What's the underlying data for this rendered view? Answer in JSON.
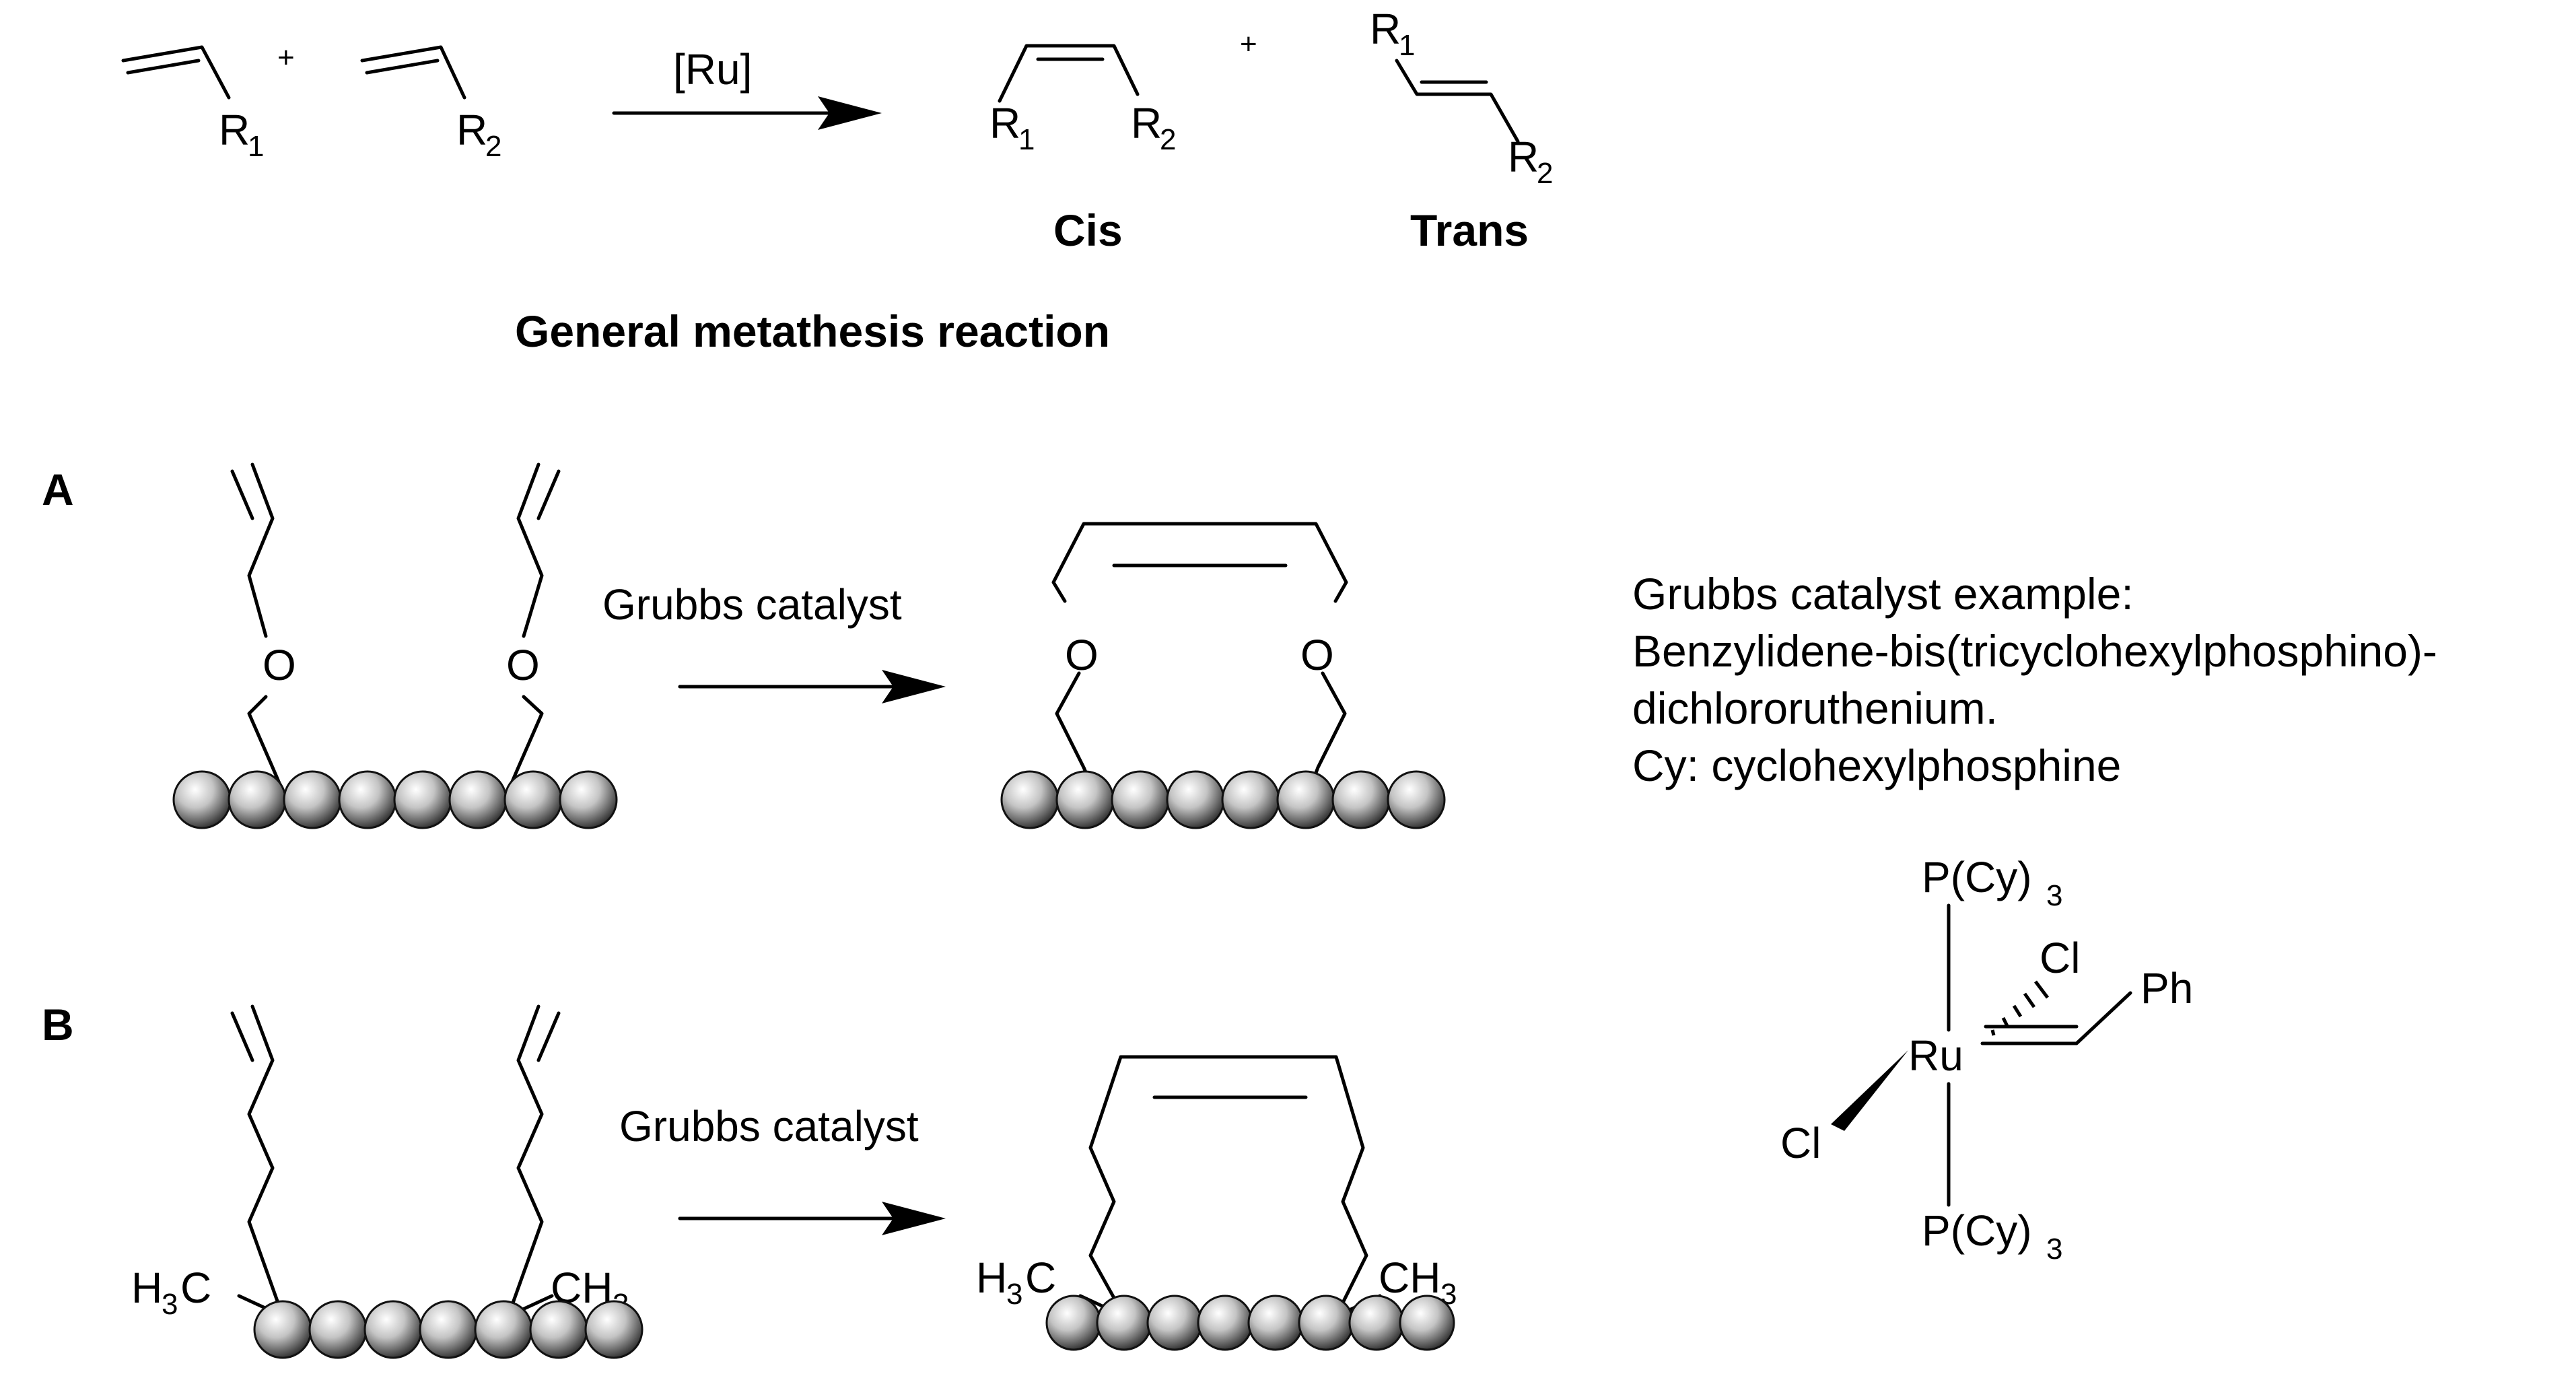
{
  "reaction": {
    "reagent_R1": "R",
    "reagent_R1_sub": "1",
    "plus1": "+",
    "reagent_R2": "R",
    "reagent_R2_sub": "2",
    "catalyst": "[Ru]",
    "plus2": "+",
    "cis_label": "Cis",
    "trans_label": "Trans",
    "title": "General metathesis reaction"
  },
  "panel_a": {
    "label": "A",
    "oxygen": "O",
    "arrow_label": "Grubbs catalyst"
  },
  "panel_b": {
    "label": "B",
    "methyl_H": "H",
    "methyl_sub3": "3",
    "methyl_C": "C",
    "methyl_CH": "CH",
    "arrow_label": "Grubbs catalyst"
  },
  "catalyst_info": {
    "line1": "Grubbs catalyst example:",
    "line2": "Benzylidene-bis(tricyclohexylphosphino)-",
    "line3": "dichlororuthenium.",
    "line4": "Cy: cyclohexylphosphine"
  },
  "catalyst_structure": {
    "metal": "Ru",
    "phosphine": "P(Cy)",
    "phosphine_sub": "3",
    "chloride": "Cl",
    "phenyl": "Ph"
  }
}
